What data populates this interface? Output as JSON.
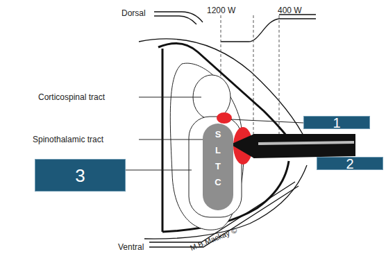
{
  "diagram": {
    "nodes": [
      {
        "text": [
          "1"
        ]
      },
      {
        "text": [
          "S L T C"
        ]
      },
      {
        "text": [
          "2"
        ]
      },
      {
        "text": [
          "3"
        ]
      }
    ],
    "labels": [
      "Dorsal",
      "1200 W",
      "400 W",
      "Corticospinal tract",
      "Spinothalamic tract",
      "Ventral",
      "M.B.Mackay ©"
    ]
  }
}
